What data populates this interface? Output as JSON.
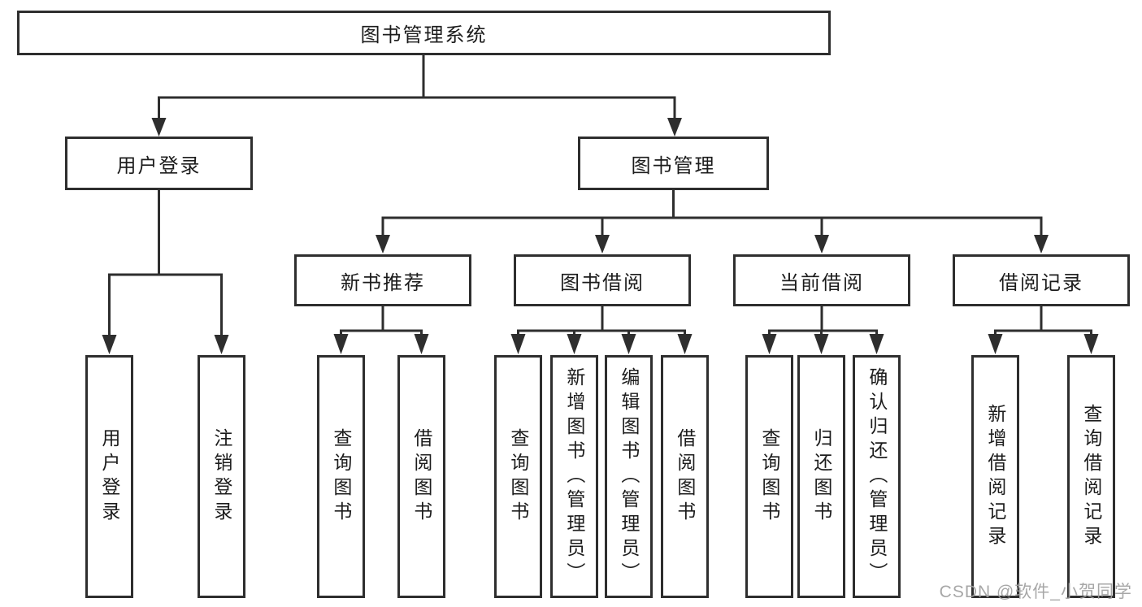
{
  "nodes": {
    "root": {
      "label": "图书管理系统"
    },
    "user_login": {
      "label": "用户登录"
    },
    "book_mgmt": {
      "label": "图书管理"
    },
    "new_book_rec": {
      "label": "新书推荐"
    },
    "book_borrow": {
      "label": "图书借阅"
    },
    "current_borrow": {
      "label": "当前借阅"
    },
    "borrow_record": {
      "label": "借阅记录"
    },
    "leaves": {
      "user_login": {
        "label": "用户登录"
      },
      "logout": {
        "label": "注销登录"
      },
      "nbr_query": {
        "label": "查询图书"
      },
      "nbr_borrow": {
        "label": "借阅图书"
      },
      "bb_query": {
        "label": "查询图书"
      },
      "bb_add": {
        "label": "新增图书（管理员）"
      },
      "bb_edit": {
        "label": "编辑图书（管理员）"
      },
      "bb_borrow": {
        "label": "借阅图书"
      },
      "cb_query": {
        "label": "查询图书"
      },
      "cb_return": {
        "label": "归还图书"
      },
      "cb_confirm": {
        "label": "确认归还（管理员）"
      },
      "br_add": {
        "label": "新增借阅记录"
      },
      "br_query": {
        "label": "查询借阅记录"
      }
    }
  },
  "watermark": {
    "text": "CSDN @软件_小贺同学"
  },
  "colors": {
    "line": "#2e2e2e",
    "border": "#2e2e2e",
    "text": "#1c1c1c",
    "watermark": "#9e9e9e",
    "background": "#ffffff"
  }
}
